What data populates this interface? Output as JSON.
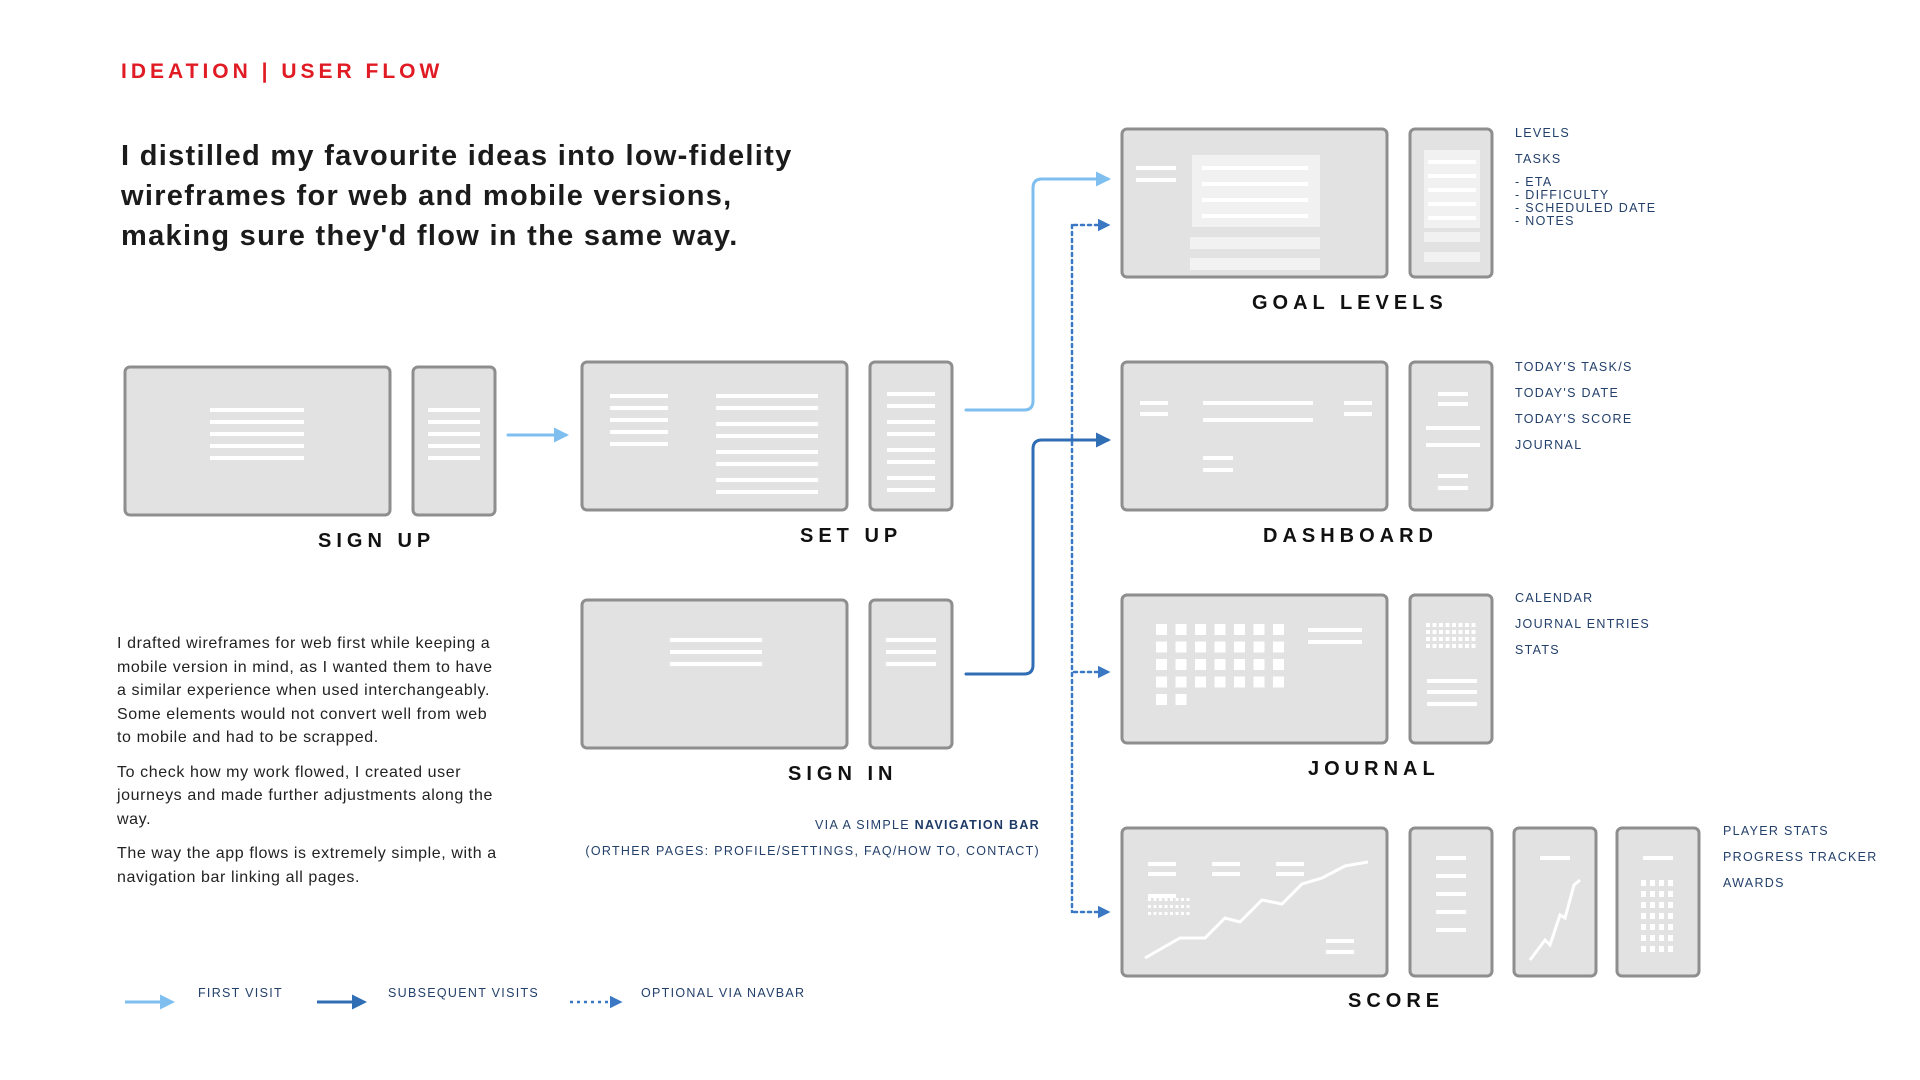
{
  "kicker": "IDEATION | USER FLOW",
  "headline": [
    "I distilled my favourite ideas into low-fidelity",
    "wireframes for web and mobile versions,",
    "making sure they'd flow in the same way."
  ],
  "body": [
    "I drafted wireframes for web first while keeping a mobile version in mind, as I wanted them to have a similar experience when used interchangeably. Some elements would not convert well from web to mobile and had to be scrapped.",
    "To check how my work flowed, I created user journeys and made further adjustments along the way.",
    "The way the app flows is extremely simple, with a navigation bar linking all pages."
  ],
  "screens": {
    "sign_up": "SIGN UP",
    "set_up": "SET UP",
    "sign_in": "SIGN IN",
    "goal_levels": "GOAL LEVELS",
    "dashboard": "DASHBOARD",
    "journal": "JOURNAL",
    "score": "SCORE"
  },
  "features": {
    "goal_levels": [
      "LEVELS",
      "TASKS"
    ],
    "goal_levels_details": [
      "- ETA",
      "- DIFFICULTY",
      "- SCHEDULED DATE",
      "- NOTES"
    ],
    "dashboard": [
      "TODAY'S TASK/S",
      "TODAY'S DATE",
      "TODAY'S SCORE",
      "JOURNAL"
    ],
    "journal": [
      "CALENDAR",
      "JOURNAL ENTRIES",
      "STATS"
    ],
    "score": [
      "PLAYER STATS",
      "PROGRESS TRACKER",
      "AWARDS"
    ]
  },
  "nav_note": {
    "prefix": "VIA A SIMPLE",
    "emphasis": "NAVIGATION BAR",
    "other_pages": "(ORTHER PAGES: PROFILE/SETTINGS, FAQ/HOW TO, CONTACT)"
  },
  "legend": {
    "first_visit": "FIRST VISIT",
    "subsequent_visits": "SUBSEQUENT VISITS",
    "optional_navbar": "OPTIONAL VIA NAVBAR"
  },
  "colors": {
    "accent_red": "#e01b24",
    "first_visit": "#7fbff0",
    "subsequent": "#2f6db5",
    "optional": "#3a78c4",
    "frame_fill": "#e2e2e2",
    "frame_stroke": "#8e8e8e",
    "label_text": "#23406b"
  }
}
